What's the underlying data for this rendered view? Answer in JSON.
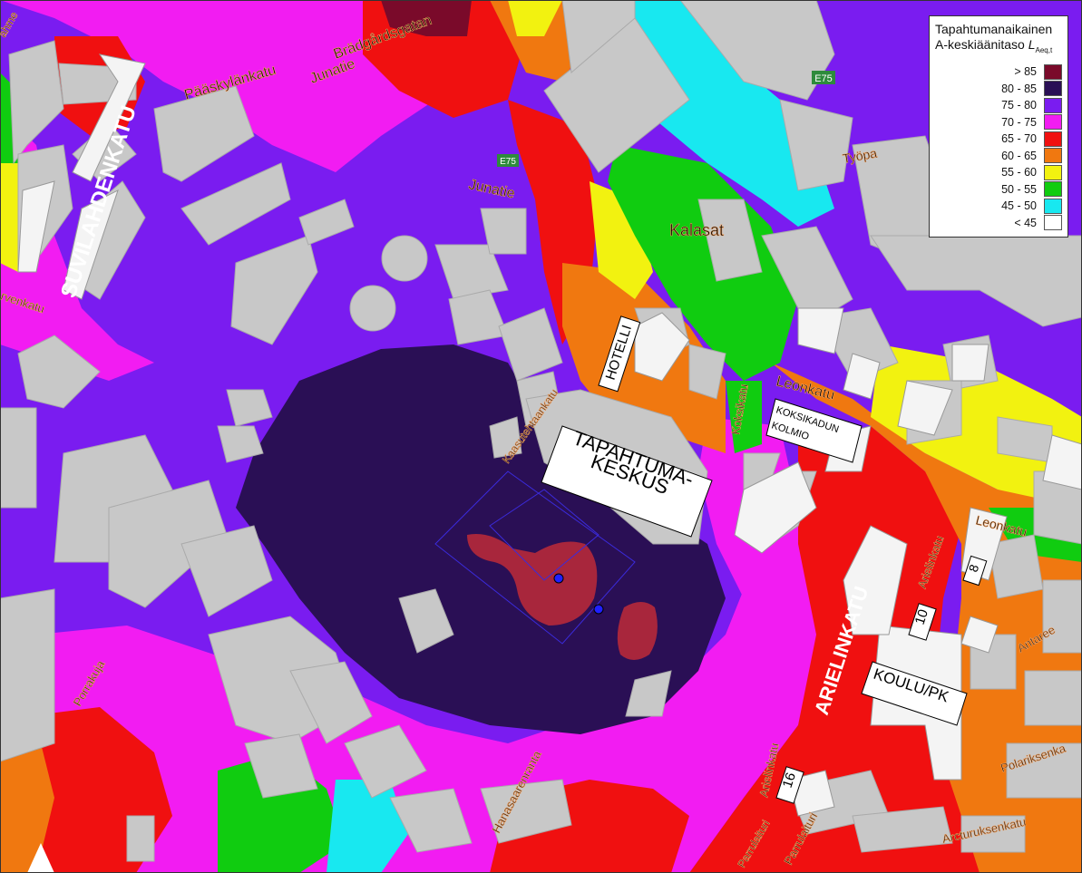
{
  "legend": {
    "title_line1": "Tapahtumanaikainen",
    "title_line2": "A-keskiäänitaso",
    "symbol": "L",
    "symbol_subscript": "Aeq,t",
    "classes": [
      {
        "label": "> 85",
        "color": "#7a0a2a"
      },
      {
        "label": "80 - 85",
        "color": "#2a0f55"
      },
      {
        "label": "75 - 80",
        "color": "#7a1cf0"
      },
      {
        "label": "70 - 75",
        "color": "#f21cf2"
      },
      {
        "label": "65 - 70",
        "color": "#f01010"
      },
      {
        "label": "60 - 65",
        "color": "#f07810"
      },
      {
        "label": "55 - 60",
        "color": "#f2f210"
      },
      {
        "label": "50 - 55",
        "color": "#10cc10"
      },
      {
        "label": "45 - 50",
        "color": "#18e8f0"
      },
      {
        "label": "< 45",
        "color": "#ffffff"
      }
    ]
  },
  "streets": {
    "suvilahdenkatu": "SUVILAHDENKATU",
    "arielinkatu": "ARIELINKATU",
    "paaskylankatu": "Pääskylänkatu",
    "junatie_top": "Junatie",
    "junatie_mid": "Junatie",
    "bradgardsgatan": "Brädgårdsgatan",
    "kalasatama": "Kalasat",
    "tyopaja": "Työpa",
    "leonkatu": "Leonkatu",
    "leonkatu2": "Leonkatu",
    "koksikatu": "Koksikatu",
    "arielinkatu_small": "Arielinkatu",
    "arielinkatu_small2": "Arielinkatu",
    "aaltokatu": "Antaree",
    "polariksenkatu": "Polariksenka",
    "arcturuksenkatu": "Arcturuksenkatu",
    "hanasaarenranta": "Hanasaarenranta",
    "parrulaituri": "Parrulaituri",
    "parrulaituri2": "Parrulaituri",
    "porrakuja": "Porrakuja",
    "verkatu": "rvenkatu",
    "suvilahdenkuja": "ahme",
    "kaasutehtaankatu": "Kaasutehtaankatu",
    "e75_a": "E75",
    "e75_b": "E75"
  },
  "labels": {
    "hotelli": "HOTELLI",
    "tapahtuma_line1": "TAPAHTUMA-",
    "tapahtuma_line2": "KESKUS",
    "koksikadun_line1": "KOKSIKADUN",
    "koksikadun_line2": "KOLMIO",
    "koulu": "KOULU/PK",
    "num_8": "8",
    "num_10": "10",
    "num_16": "16"
  }
}
